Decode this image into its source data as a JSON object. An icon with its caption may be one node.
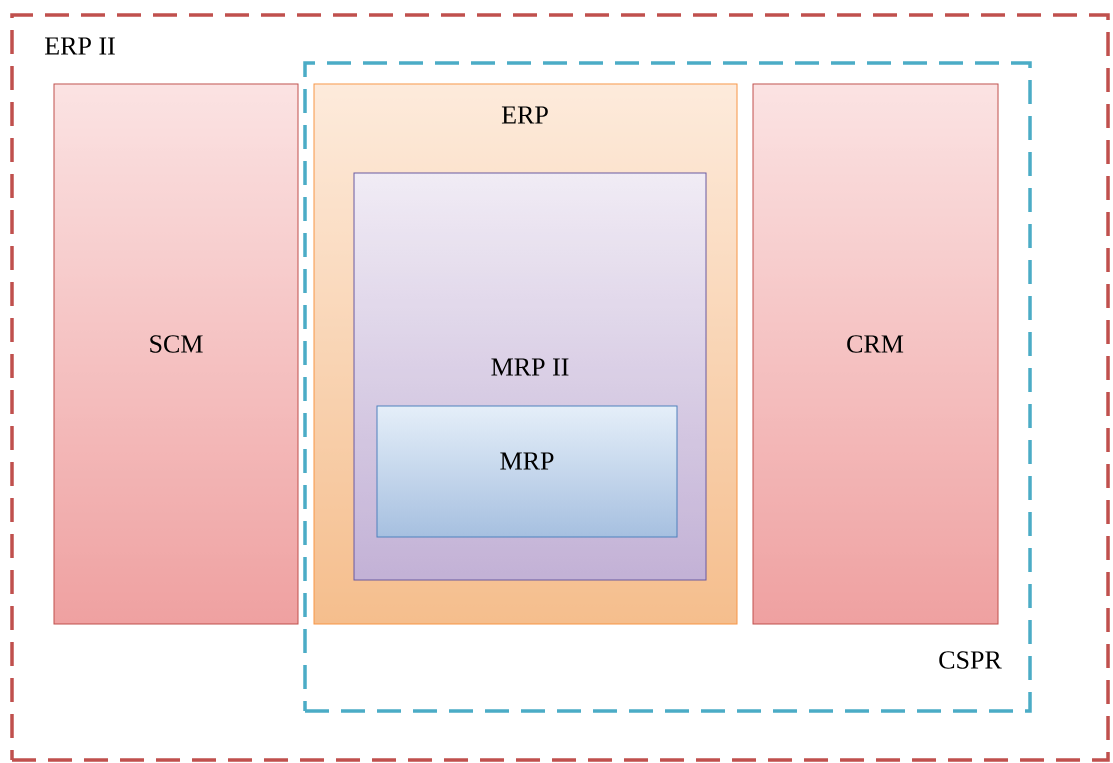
{
  "diagram": {
    "nodes": [
      {
        "text": [
          "ERP II"
        ]
      },
      {
        "text": [
          "CSPR"
        ],
        "in": 0
      },
      {
        "text": [
          "SCM"
        ],
        "in": 0
      },
      {
        "text": [
          "ERP"
        ],
        "in": 1
      },
      {
        "text": [
          "MRP II"
        ],
        "in": 3
      },
      {
        "text": [
          "MRP"
        ],
        "in": 4
      },
      {
        "text": [
          "CRM"
        ],
        "in": 1
      }
    ]
  }
}
